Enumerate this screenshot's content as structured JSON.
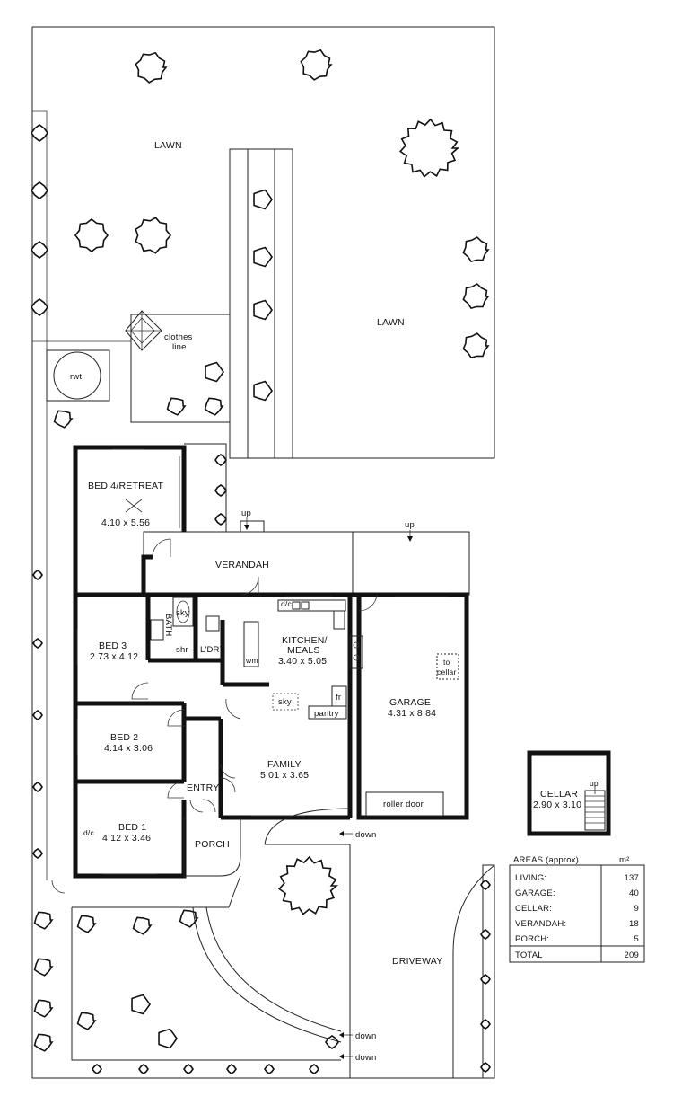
{
  "plan": {
    "lawn_top": "LAWN",
    "lawn_right": "LAWN",
    "rwt": "rwt",
    "clothes_line": [
      "clothes",
      "line"
    ],
    "verandah": "VERANDAH",
    "up_verandah": "up",
    "up_garage": "up",
    "bed4": {
      "name": "BED 4/RETREAT",
      "size": "4.10 x 5.56"
    },
    "bed3": {
      "name": "BED 3",
      "size": "2.73 x 4.12"
    },
    "bed2": {
      "name": "BED 2",
      "size": "4.14 x 3.06"
    },
    "bed1": {
      "name": "BED 1",
      "size": "4.12 x 3.46"
    },
    "bath": "BATH",
    "shr": "shr",
    "sky_bath": "sky",
    "ldry": "L'DRY",
    "wm": "wm",
    "dc": "d/c",
    "kitchen": {
      "name": [
        "KITCHEN/",
        "MEALS"
      ],
      "size": "3.40 x 5.05"
    },
    "sky": "sky",
    "fr": "fr",
    "pantry": "pantry",
    "family": {
      "name": "FAMILY",
      "size": "5.01 x 3.65"
    },
    "entry": "ENTRY",
    "porch": "PORCH",
    "garage": {
      "name": "GARAGE",
      "size": "4.31 x 8.84"
    },
    "to_cellar": [
      "to",
      "cellar"
    ],
    "roller_door": "roller door",
    "down_labels": [
      "down",
      "down",
      "down"
    ],
    "driveway": "DRIVEWAY",
    "cellar": {
      "name": "CELLAR",
      "size": "2.90 x 3.10",
      "up": "up"
    }
  },
  "areas": {
    "header": "AREAS (approx)",
    "unit": "m²",
    "rows": [
      {
        "label": "LIVING:",
        "value": "137"
      },
      {
        "label": "GARAGE:",
        "value": "40"
      },
      {
        "label": "CELLAR:",
        "value": "9"
      },
      {
        "label": "VERANDAH:",
        "value": "18"
      },
      {
        "label": "PORCH:",
        "value": "5"
      }
    ],
    "total_label": "TOTAL",
    "total_value": "209"
  }
}
